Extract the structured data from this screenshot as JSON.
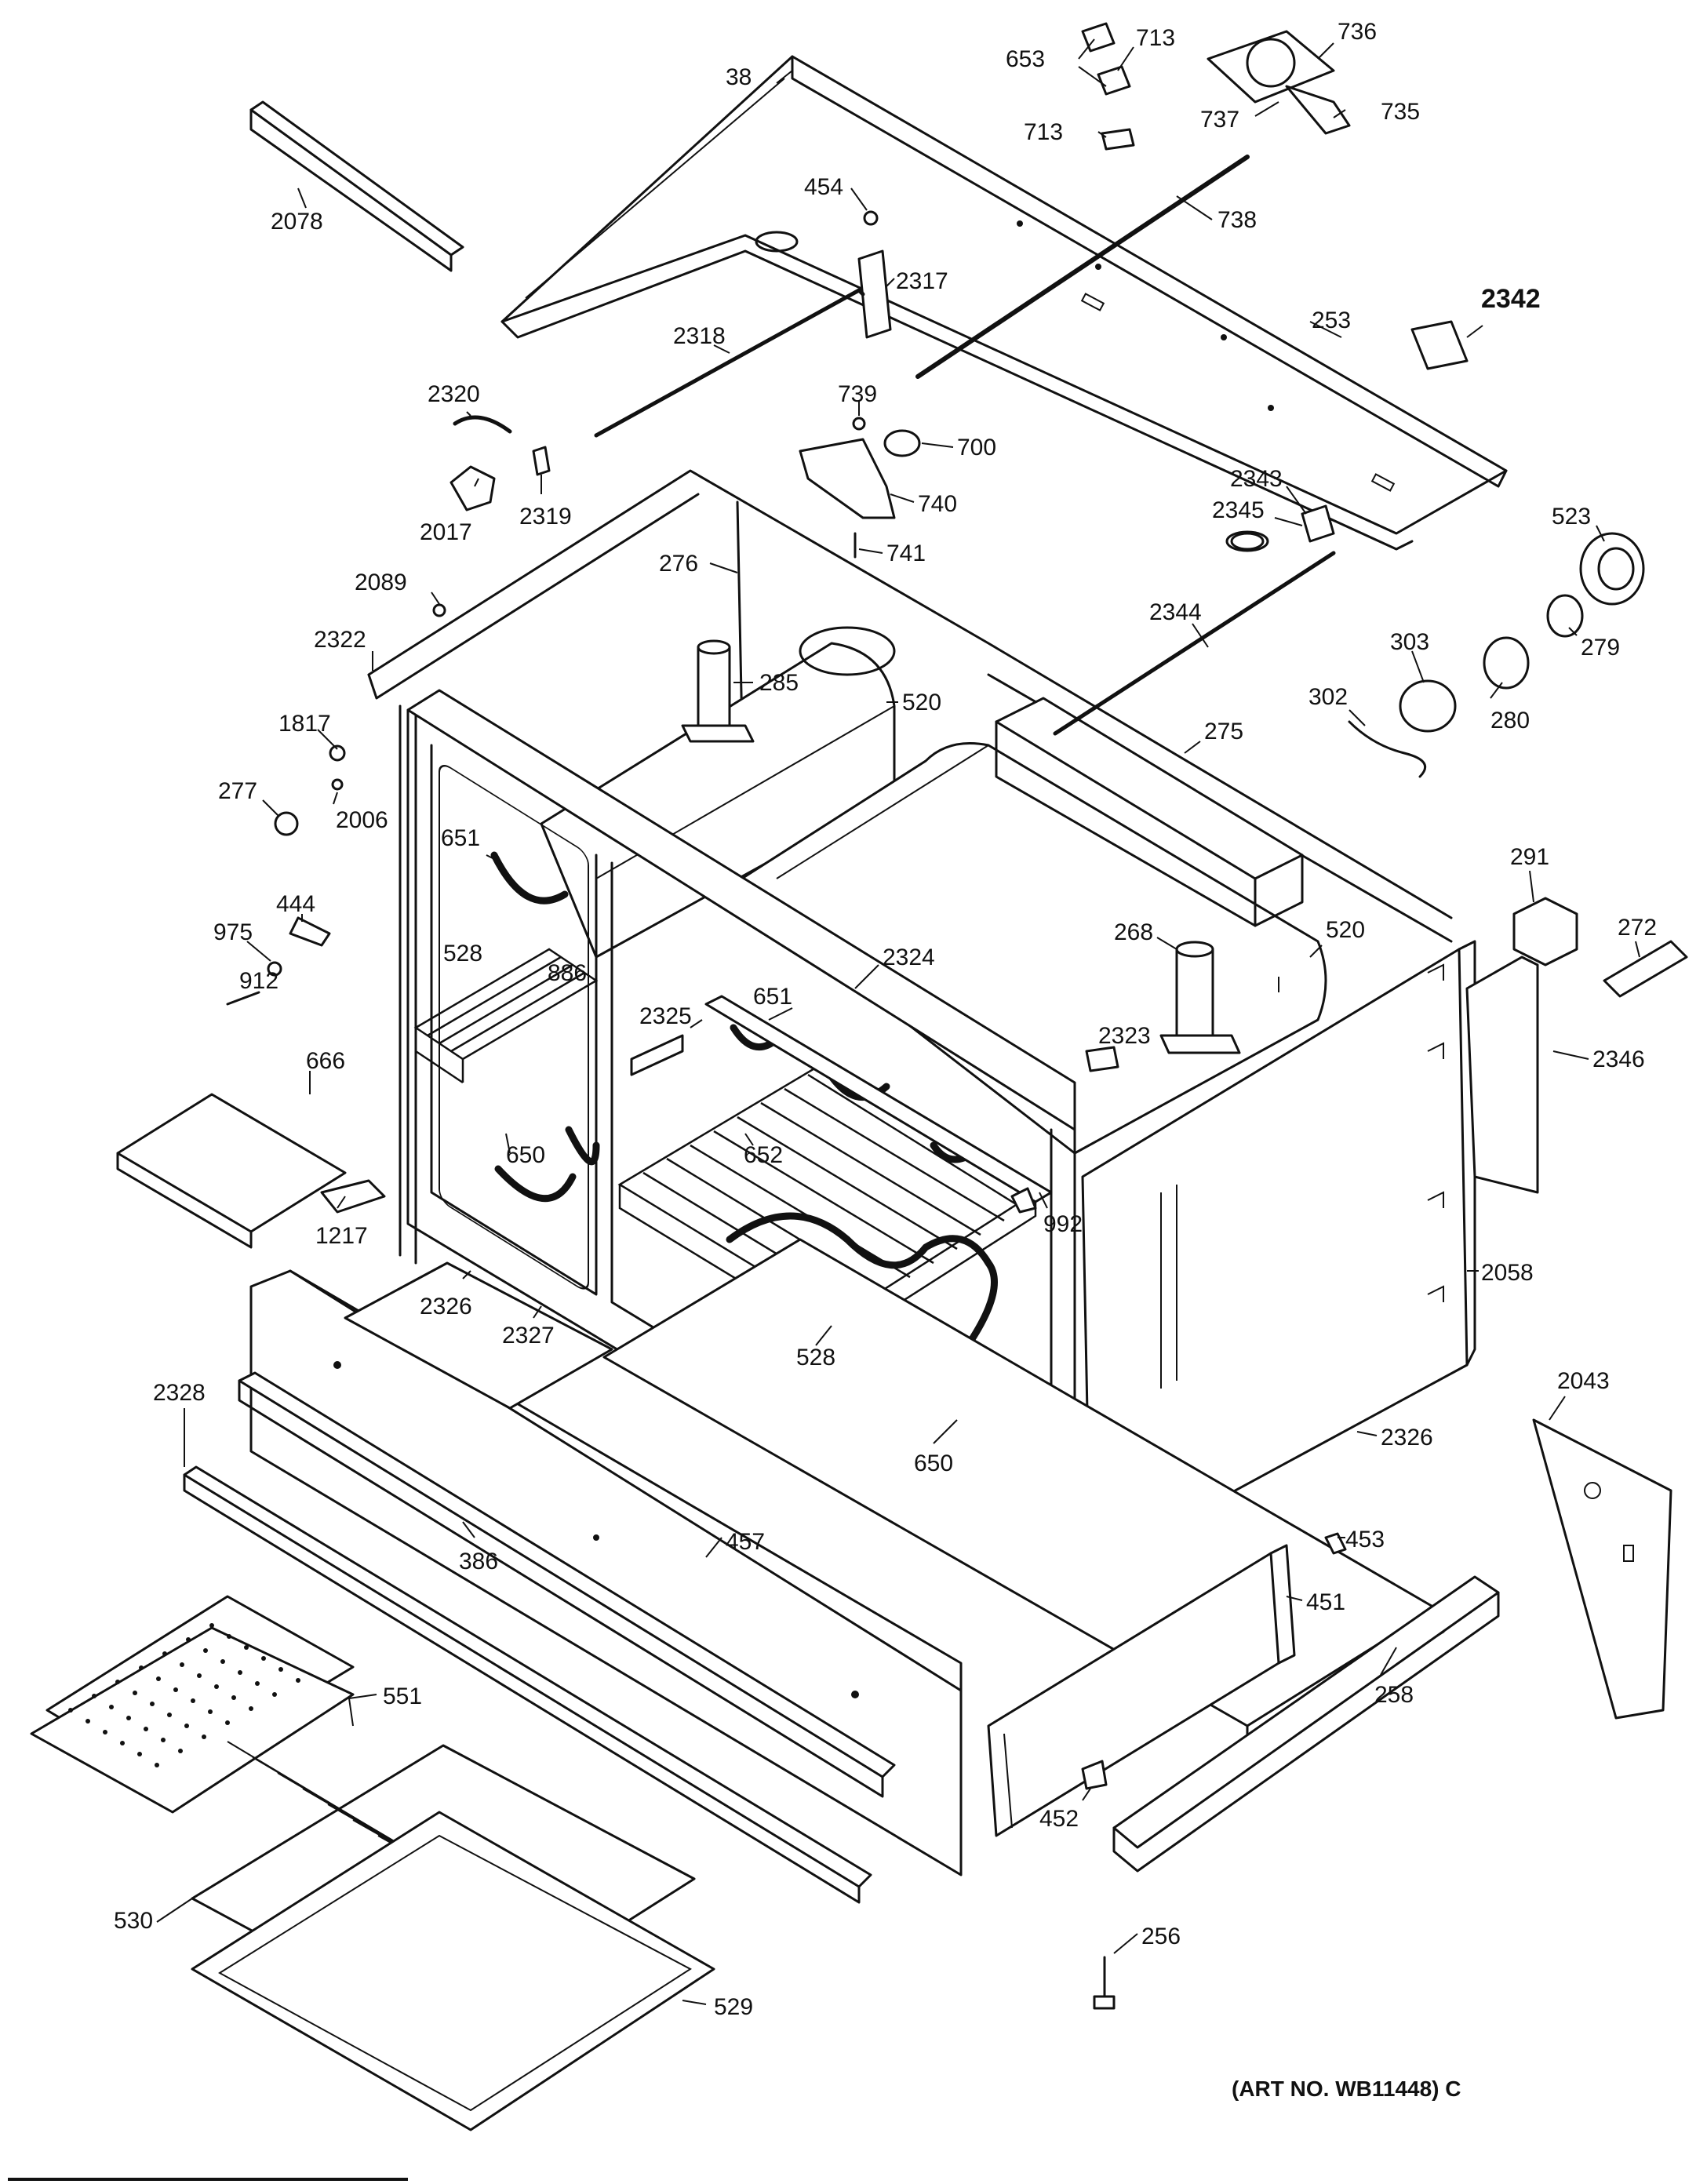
{
  "art_number": "(ART NO. WB11448) C",
  "callouts": {
    "p38": "38",
    "p653": "653",
    "p713a": "713",
    "p713b": "713",
    "p736": "736",
    "p737": "737",
    "p735": "735",
    "p2078": "2078",
    "p454": "454",
    "p738": "738",
    "p2317": "2317",
    "p2318": "2318",
    "p253": "253",
    "p2342": "2342",
    "p2320": "2320",
    "p739": "739",
    "p700": "700",
    "p2017": "2017",
    "p2319": "2319",
    "p740": "740",
    "p2343": "2343",
    "p2345": "2345",
    "p741": "741",
    "p523": "523",
    "p2089": "2089",
    "p276": "276",
    "p2344": "2344",
    "p2322": "2322",
    "p303": "303",
    "p279": "279",
    "p285": "285",
    "p520a": "520",
    "p302": "302",
    "p280": "280",
    "p275": "275",
    "p1817": "1817",
    "p277": "277",
    "p2006": "2006",
    "p651a": "651",
    "p291": "291",
    "p272": "272",
    "p444": "444",
    "p268": "268",
    "p520b": "520",
    "p975": "975",
    "p528a": "528",
    "p886": "886",
    "p2324": "2324",
    "p912": "912",
    "p651b": "651",
    "p2325": "2325",
    "p2323": "2323",
    "p2346": "2346",
    "p666": "666",
    "p650a": "650",
    "p652": "652",
    "p992": "992",
    "p1217": "1217",
    "p2058": "2058",
    "p2326a": "2326",
    "p2327": "2327",
    "p528b": "528",
    "p2043": "2043",
    "p2328": "2328",
    "p650b": "650",
    "p2326b": "2326",
    "p453": "453",
    "p386": "386",
    "p457": "457",
    "p451": "451",
    "p551": "551",
    "p258": "258",
    "p452": "452",
    "p530": "530",
    "p256": "256",
    "p529": "529"
  }
}
